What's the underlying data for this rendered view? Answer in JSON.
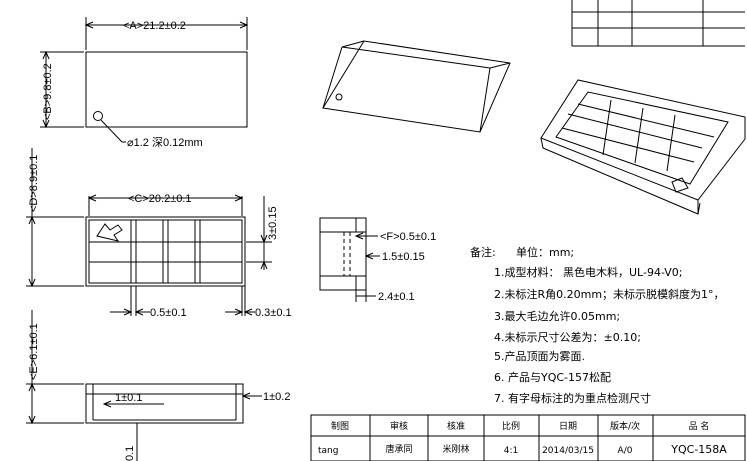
{
  "dimensions": {
    "a_length": "<A>21.2±0.2",
    "b_height": "<B>9.8±0.2",
    "hole": "⌀1.2 深0.12mm",
    "c_inner": "<C>20.2±0.1",
    "d_width": "<D>8.9±0.1",
    "slot_depth": "3±0.15",
    "gap": "0.5±0.1",
    "wall": "0.3±0.1",
    "f_thickness": "<F>0.5±0.1",
    "step": "1.5±0.15",
    "base": "2.4±0.1",
    "e_height": "<E>6.1±0.1",
    "side_step": "1±0.1",
    "side_ledge": "1±0.2",
    "bottom_gap": "0.1"
  },
  "notes": {
    "header": "备注:",
    "unit": "单位：mm;",
    "items": [
      "1.成型材料： 黑色电木料，UL-94-V0;",
      "2.未标注R角0.20mm；未标示脱模斜度为1°，",
      "3.最大毛边允许0.05mm;",
      "4.未标示尺寸公差为：±0.10;",
      "5.产品顶面为雾面.",
      "6. 产品与YQC-157松配",
      "7. 有字母标注的为重点检测尺寸"
    ]
  },
  "title_block": {
    "headers": [
      "制图",
      "审核",
      "核准",
      "比例",
      "日期",
      "版本/次",
      "品 名"
    ],
    "values": [
      "tang",
      "唐承同",
      "米刚林",
      "4:1",
      "2014/03/15",
      "A/0",
      "YQC-158A"
    ]
  }
}
